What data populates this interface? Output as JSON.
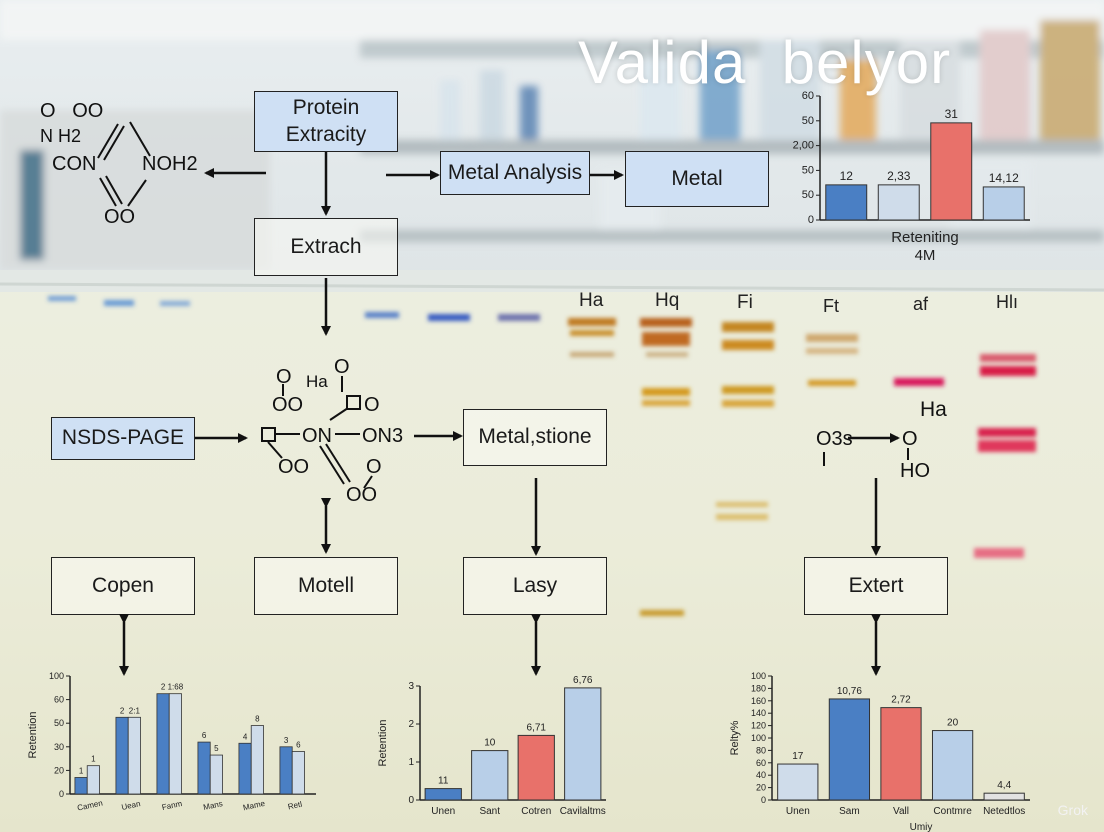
{
  "title": "Valida  belyor",
  "watermark": "Grok",
  "boxes": {
    "protein_extract": "Protein\nExtracity",
    "metal_analysis": "Metal Analysis",
    "metal": "Metal",
    "extract": "Extrach",
    "nsds_page": "NSDS-PAGE",
    "metal_stone": "Metal,stione",
    "copen": "Copen",
    "motell": "Motell",
    "lasy": "Lasy",
    "extert": "Extert"
  },
  "lanes": [
    "Ha",
    "Hq",
    "Fi",
    "Ft",
    "af",
    "Hlı"
  ],
  "molecules": {
    "m1": {
      "o_top": "O   OO",
      "nh2": "N H2",
      "con": "CON",
      "nohz": "NOH2",
      "oo_bottom": "OO"
    },
    "m2": {
      "o_left": "O",
      "ha": "Ha",
      "o_right": "O",
      "oo_left": "OO",
      "o_sq_right": "O",
      "on": "ON",
      "on3": "ON3",
      "oo_bl": "OO",
      "o_br": "O",
      "oo_bottom": "OO"
    },
    "m3": {
      "o3s": "O3s",
      "o": "O",
      "ha": "Ha",
      "ho": "HO"
    }
  },
  "icons": {
    "arrow": "arrow-icon"
  },
  "colors": {
    "blue": "#4a7fc4",
    "light_blue": "#b8cfe8",
    "red": "#e8716a",
    "box_blue": "#cfe0f4"
  },
  "chart_data": [
    {
      "type": "bar",
      "title": "",
      "xlabel": "Reteniting\n4M",
      "ylabel": "",
      "y_ticks": [
        "0",
        "50",
        "50",
        "2,00",
        "50",
        "60"
      ],
      "ylim": [
        0,
        60
      ],
      "categories": [
        "",
        "",
        "",
        ""
      ],
      "values": [
        17,
        17,
        47,
        16
      ],
      "bar_colors": [
        "#4a7fc4",
        "#cfdcea",
        "#e8716a",
        "#b8cfe8"
      ],
      "value_labels": [
        "12",
        "2,33",
        "31",
        "14,12"
      ]
    },
    {
      "type": "bar",
      "title": "",
      "xlabel": "",
      "ylabel": "Retention",
      "y_ticks": [
        "0",
        "20",
        "30",
        "50",
        "60",
        "100"
      ],
      "ylim": [
        0,
        100
      ],
      "categories": [
        "Camen",
        "Uean",
        "Fanm",
        "Mans",
        "Mame",
        "Retl"
      ],
      "series": [
        {
          "values": [
            14,
            65,
            85,
            44,
            43,
            40
          ],
          "color": "#4a7fc4"
        },
        {
          "values": [
            24,
            65,
            85,
            33,
            58,
            36
          ],
          "color": "#cfdcea"
        }
      ],
      "value_labels": [
        "1",
        "1",
        "2",
        "2:1",
        "2",
        "1:68",
        "6",
        "5",
        "4",
        "8",
        "3",
        "6"
      ]
    },
    {
      "type": "bar",
      "title": "",
      "xlabel": "",
      "ylabel": "Retention",
      "y_ticks": [
        "0",
        "1",
        "2",
        "3"
      ],
      "ylim": [
        0,
        3
      ],
      "categories": [
        "Unen",
        "Sant",
        "Cotren",
        "Cavilaltms"
      ],
      "values": [
        0.3,
        1.3,
        1.7,
        2.95
      ],
      "bar_colors": [
        "#4a7fc4",
        "#b8cfe8",
        "#e8716a",
        "#b8cfe8"
      ],
      "value_labels": [
        "11",
        "10",
        "6,71",
        "6,76"
      ]
    },
    {
      "type": "bar",
      "title": "",
      "xlabel": "Umiy",
      "ylabel": "Relty%",
      "y_ticks": [
        "0",
        "20",
        "40",
        "60",
        "80",
        "100",
        "120",
        "140",
        "160",
        "180",
        "100"
      ],
      "ylim": [
        0,
        200
      ],
      "categories": [
        "Unen",
        "Sam",
        "Vall",
        "Contmre",
        "Netedtlos"
      ],
      "values": [
        58,
        163,
        149,
        112,
        11
      ],
      "bar_colors": [
        "#cfdcea",
        "#4a7fc4",
        "#e8716a",
        "#b8cfe8",
        "#e2e2e2"
      ],
      "value_labels": [
        "17",
        "10,76",
        "2,72",
        "20",
        "4,4"
      ]
    }
  ]
}
